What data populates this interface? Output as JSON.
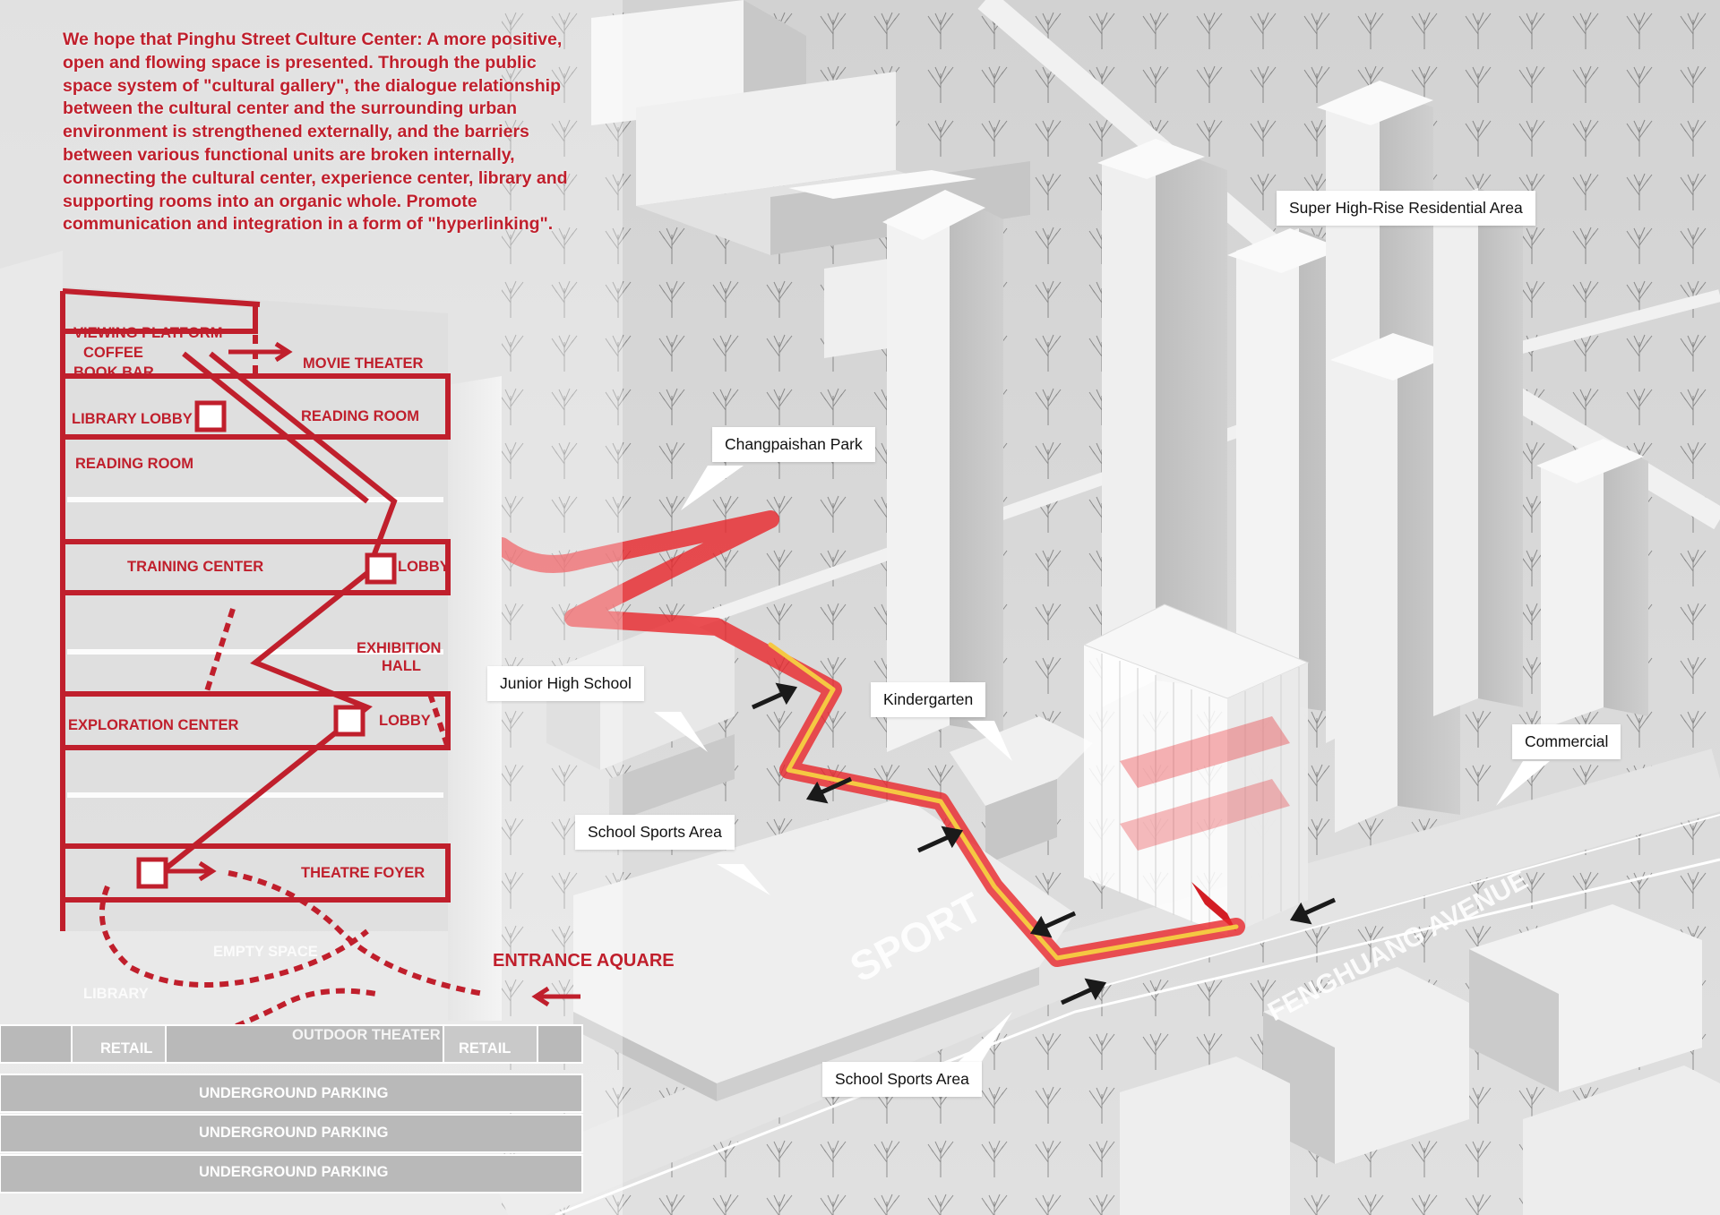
{
  "colors": {
    "accent_red": "#c01f2c",
    "route_red": "#e8262a",
    "route_yellow": "#f5c842",
    "building_light": "#f2f2f2",
    "building_shade": "#bcbcbc",
    "ground": "#d6d6d6"
  },
  "intro_text": "We hope that Pinghu Street Culture Center: A more positive, open and flowing space is presented. Through the public space system of \"cultural gallery\", the dialogue relationship between the cultural center and the surrounding urban environment is strengthened externally, and the barriers between various functional units are broken internally, connecting the cultural center, experience center, library and supporting rooms into an organic whole. Promote communication and integration in a form of \"hyperlinking\".",
  "section": {
    "viewing_platform": "VIEWING PLATFORM",
    "coffee": "COFFEE",
    "book_bar": "BOOK BAR",
    "movie_theater": "MOVIE THEATER",
    "library_lobby": "LIBRARY LOBBY",
    "reading_room_right": "READING ROOM",
    "reading_room_left": "READING ROOM",
    "training_center": "TRAINING CENTER",
    "lobby_upper": "LOBBY",
    "exhibition_hall": "EXHIBITION",
    "exhibition_hall_2": "HALL",
    "exploration_center": "EXPLORATION CENTER",
    "lobby_lower": "LOBBY",
    "theatre_foyer": "THEATRE FOYER",
    "empty_space": "EMPTY SPACE",
    "library": "LIBRARY",
    "outdoor_theater": "OUTDOOR THEATER",
    "retail_left": "RETAIL",
    "retail_right": "RETAIL",
    "parking": [
      "UNDERGROUND PARKING",
      "UNDERGROUND PARKING",
      "UNDERGROUND PARKING"
    ]
  },
  "entrance_label": "ENTRANCE AQUARE",
  "callouts": {
    "super_high_rise": "Super High-Rise Residential Area",
    "changpaishan_park": "Changpaishan Park",
    "junior_high": "Junior High School",
    "kindergarten": "Kindergarten",
    "commercial": "Commercial",
    "school_sports_upper": "School Sports Area",
    "school_sports_lower": "School Sports Area"
  },
  "ground_text": {
    "sport": "SPORT",
    "avenue": "FENGHUANG AVENUE"
  }
}
